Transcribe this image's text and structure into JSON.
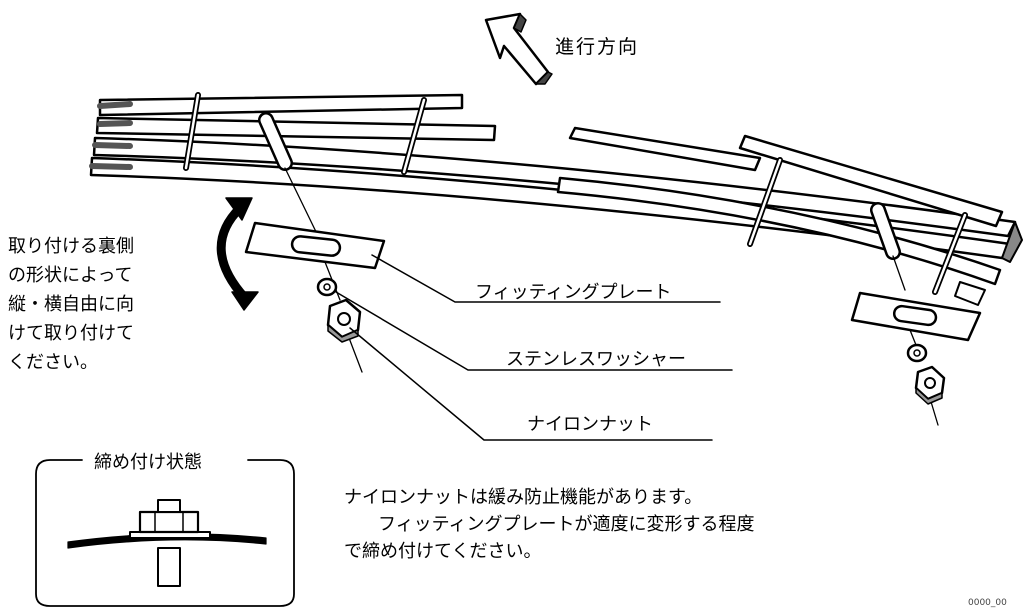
{
  "direction": {
    "label": "進行方向"
  },
  "side_note": {
    "lines": [
      "取り付ける裏側",
      "の形状によって",
      "縦・横自由に向",
      "けて取り付けて",
      "ください。"
    ]
  },
  "callouts": {
    "plate": "フィッティングプレート",
    "washer": "ステンレスワッシャー",
    "nut": "ナイロンナット"
  },
  "inset": {
    "title": "締め付け状態"
  },
  "note": {
    "line1": "ナイロンナットは緩み防止機能があります。",
    "line2": "フィッティングプレートが適度に変形する程度",
    "line3": "で締め付けてください。"
  },
  "figure_code": "0000_00"
}
